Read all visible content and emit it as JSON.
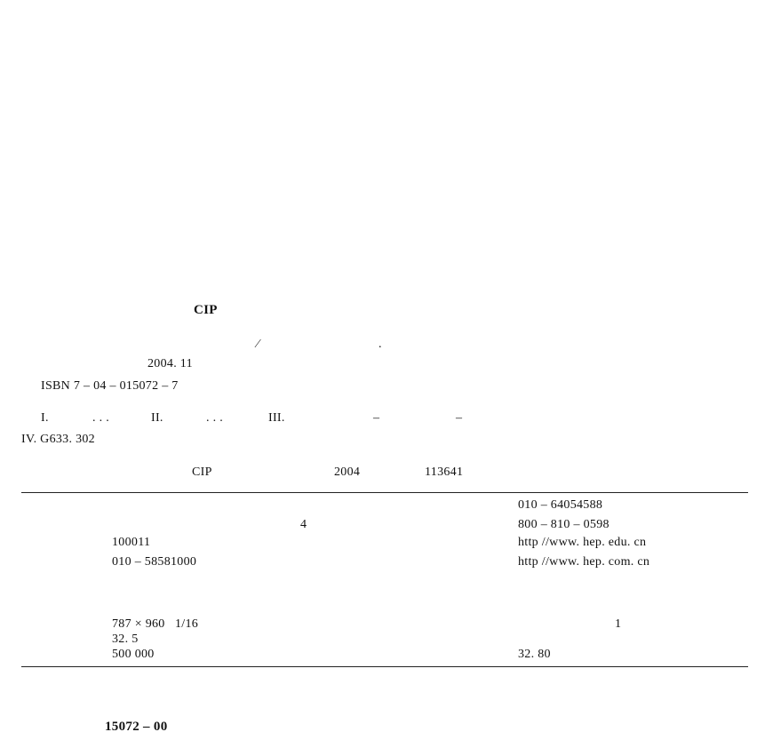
{
  "cip_title": "CIP",
  "title_line": {
    "slash": "⁄",
    "dot": "."
  },
  "date": "2004. 11",
  "isbn": "ISBN 7 – 04 – 015072 – 7",
  "subject": {
    "i": "I.",
    "i_dots": ". . .",
    "ii": "II.",
    "ii_dots": ". . .",
    "iii": "III.",
    "dash1": "–",
    "dash2": "–"
  },
  "classification": "IV. G633. 302",
  "cip_record": {
    "label": "CIP",
    "year": "2004",
    "number": "113641"
  },
  "publisher": {
    "floor": "4",
    "postcode": "100011",
    "phone": "010 – 58581000",
    "trim": "787 × 960   1/16",
    "sheets": "32. 5",
    "words": "500 000",
    "print_count": "1"
  },
  "contact": {
    "order_phone": "010 – 64054588",
    "free_phone": "800 – 810 – 0598",
    "web1": "http //www. hep. edu. cn",
    "web2": "http //www. hep. com. cn",
    "price": "32. 80"
  },
  "material_no": "15072 – 00"
}
